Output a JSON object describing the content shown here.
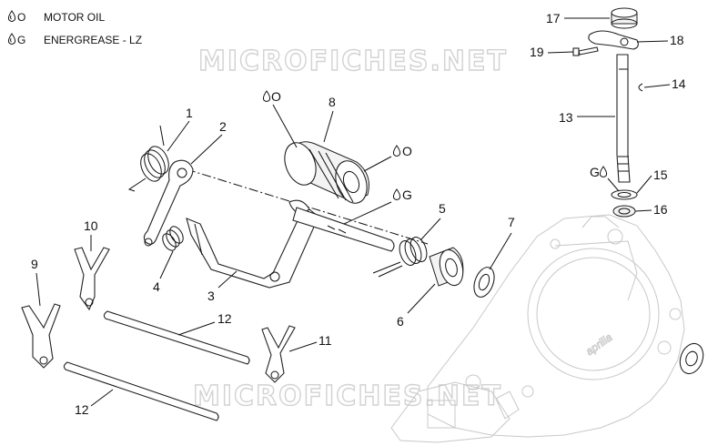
{
  "legend": [
    {
      "code": "O",
      "text": "MOTOR OIL"
    },
    {
      "code": "G",
      "text": "ENERGREASE - LZ"
    }
  ],
  "watermark": "MICROFICHES.NET",
  "cover_logo": "aprilia",
  "callouts": [
    "1",
    "2",
    "3",
    "4",
    "5",
    "6",
    "7",
    "8",
    "9",
    "10",
    "11",
    "12",
    "12",
    "13",
    "14",
    "15",
    "16",
    "17",
    "18",
    "19"
  ],
  "lube_marks": [
    "O",
    "O",
    "G",
    "G"
  ],
  "icon": "oil-drop-icon"
}
